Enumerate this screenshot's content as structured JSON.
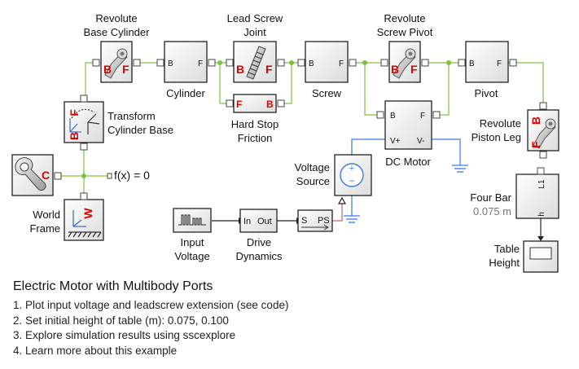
{
  "model": {
    "title": "Electric Motor with Multibody Ports",
    "notes": [
      "1. Plot input voltage and leadscrew extension (see code)",
      "2. Set initial height of table (m): 0.075, 0.100",
      "3. Explore simulation results using sscexplore",
      "4. Learn more about this example"
    ]
  },
  "blocks": {
    "revolute_base_cylinder": {
      "label1": "Revolute",
      "label2": "Base Cylinder",
      "port_b": "B",
      "port_f": "F"
    },
    "cylinder": {
      "label": "Cylinder",
      "port_b": "B",
      "port_f": "F"
    },
    "lead_screw_joint": {
      "label1": "Lead Screw",
      "label2": "Joint",
      "port_b": "B",
      "port_f": "F"
    },
    "hard_stop_friction": {
      "label1": "Hard Stop",
      "label2": "Friction",
      "port_f": "F",
      "port_b": "B"
    },
    "screw": {
      "label": "Screw",
      "port_b": "B",
      "port_f": "F"
    },
    "revolute_screw_pivot": {
      "label1": "Revolute",
      "label2": "Screw Pivot",
      "port_b": "B",
      "port_f": "F"
    },
    "pivot": {
      "label": "Pivot",
      "port_b": "B",
      "port_f": "F"
    },
    "transform_cylinder_base": {
      "label1": "Transform",
      "label2": "Cylinder Base",
      "port_b": "B",
      "port_f": "F"
    },
    "dc_motor": {
      "label": "DC Motor",
      "port_b": "B",
      "port_f": "F",
      "port_vp": "V+",
      "port_vm": "V-"
    },
    "revolute_piston_leg": {
      "label1": "Revolute",
      "label2": "Piston Leg",
      "port_b": "B",
      "port_f": "F"
    },
    "mechanism_config": {
      "port_c": "C"
    },
    "equation": {
      "text": "f(x) = 0"
    },
    "world_frame": {
      "label1": "World",
      "label2": "Frame",
      "port_w": "W"
    },
    "voltage_source": {
      "label1": "Voltage",
      "label2": "Source",
      "plus": "+",
      "minus": "−"
    },
    "four_bar": {
      "label": "Four Bar",
      "value": "0.075 m",
      "port_l1": "L1",
      "port_h": "h"
    },
    "input_voltage": {
      "label1": "Input",
      "label2": "Voltage"
    },
    "drive_dynamics": {
      "label1": "Drive",
      "label2": "Dynamics",
      "port_in": "In",
      "port_out": "Out"
    },
    "s_ps": {
      "port_s": "S",
      "port_ps": "PS"
    },
    "table_height": {
      "label1": "Table",
      "label2": "Height"
    }
  },
  "colors": {
    "mech_line": "#7cc242",
    "elec_line": "#3a7ad8",
    "signal_line": "#c0607a",
    "port_red": "#e00000",
    "block_border": "#111111"
  },
  "icons": {
    "revolute": "revolute-joint-icon",
    "lead_screw": "lead-screw-icon",
    "transform": "rigid-transform-icon",
    "wrench": "wrench-config-icon",
    "world": "world-frame-icon",
    "voltage": "dc-voltage-source-icon",
    "ground": "electrical-ground-icon",
    "scope": "scope-icon",
    "pulse": "pulse-generator-icon"
  }
}
